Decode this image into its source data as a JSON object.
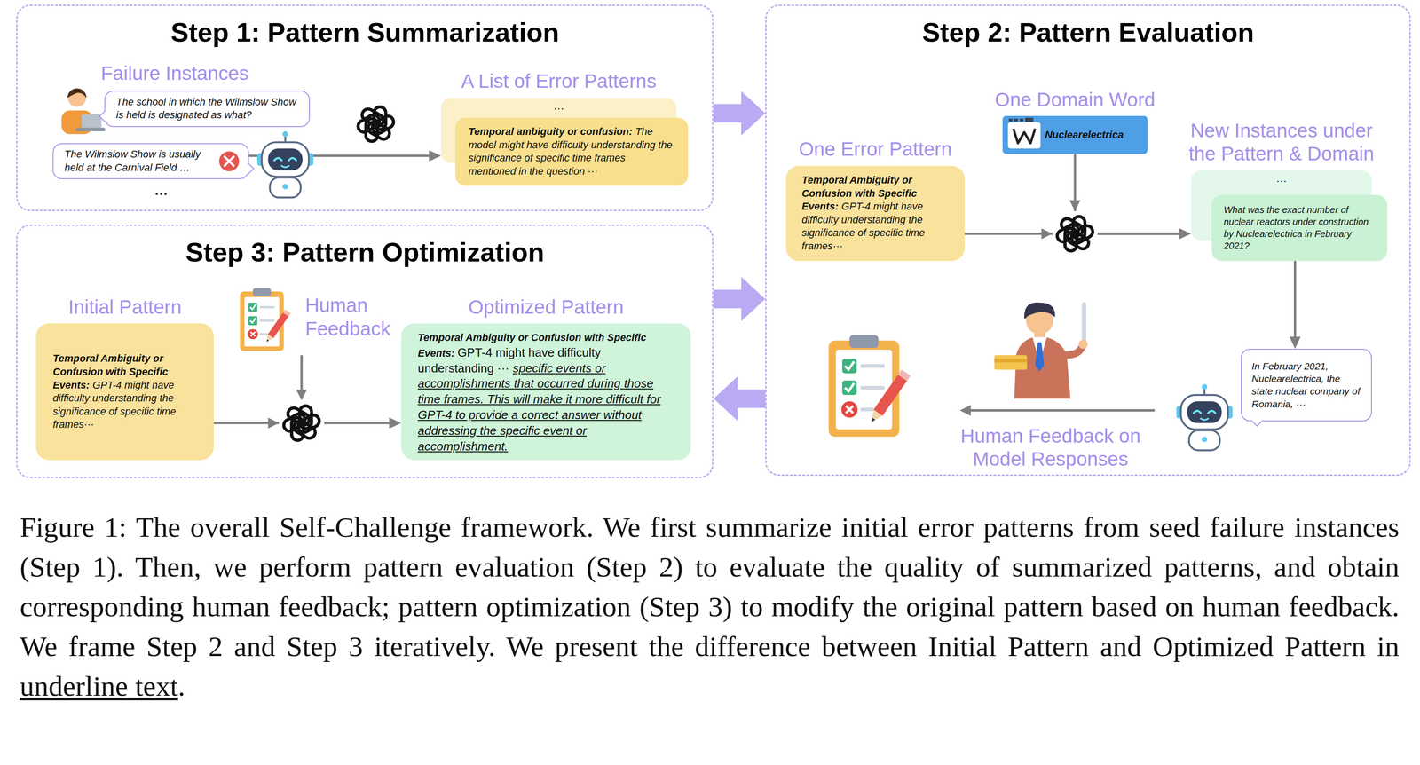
{
  "diagram": {
    "caption": "Figure 1: The overall Self-Challenge framework. We first summarize initial error patterns from seed failure instances (Step 1). Then, we perform pattern evaluation (Step 2) to evaluate the quality of summarized patterns, and obtain corresponding human feedback; pattern optimization (Step 3) to modify the original pattern based on human feedback. We frame Step 2 and Step 3 iteratively. We present the difference between Initial Pattern and Optimized Pattern in underline text.",
    "nodes": [
      {
        "text": [
          "Step 1: Pattern Summarization"
        ]
      },
      {
        "text": [
          "The school in which the Wilmslow Show is held is designated as what?"
        ],
        "in": 0
      },
      {
        "text": [
          "The Wilmslow Show is usually held at the Carnival Field …"
        ],
        "in": 0
      },
      {
        "text": [
          "A List of Error Patterns",
          "…"
        ],
        "in": 0
      },
      {
        "text": [
          "Temporal ambiguity or confusion:",
          "The model might have difficulty understanding the significance of specific time frames mentioned in the question ···"
        ],
        "in": 0
      },
      {
        "text": [
          "Step 2: Pattern Evaluation"
        ]
      },
      {
        "text": [
          "One Error Pattern",
          "Temporal Ambiguity or Confusion with Specific Events:",
          "GPT-4 might have difficulty understanding the significance of specific time frames···"
        ],
        "in": 5
      },
      {
        "text": [
          "One Domain Word",
          "Nuclearelectrica"
        ],
        "in": 5
      },
      {
        "text": [
          "New Instances under the Pattern & Domain",
          "…"
        ],
        "in": 5
      },
      {
        "text": [
          "What was the exact number of nuclear reactors under construction by Nuclearelectrica in February 2021?"
        ],
        "in": 5
      },
      {
        "text": [
          "In February 2021, Nuclearelectrica, the state nuclear company of Romania, ···"
        ],
        "in": 5
      },
      {
        "text": [
          "Step 3: Pattern Optimization"
        ]
      },
      {
        "text": [
          "Initial Pattern",
          "Temporal Ambiguity or Confusion with Specific Events:",
          "GPT-4 might have difficulty understanding the significance of specific time frames···"
        ],
        "in": 11
      },
      {
        "text": [
          "Optimized Pattern",
          "Temporal Ambiguity or Confusion with Specific Events:",
          "GPT-4 might have difficulty understanding ···",
          "specific events or accomplishments that occurred during those time frames. This will make it more difficult for GPT-4 to provide a correct answer without addressing the specific event or accomplishment."
        ],
        "in": 11
      }
    ],
    "edges": [
      {
        "from": 2,
        "to": 3,
        "arrow": "to"
      },
      {
        "from": 0,
        "to": 5,
        "arrow": "to"
      },
      {
        "from": 11,
        "to": 5,
        "arrow": "to"
      },
      {
        "from": 5,
        "to": 11,
        "arrow": "to"
      },
      {
        "from": 6,
        "to": 8,
        "arrow": "to"
      },
      {
        "from": 7,
        "to": 8,
        "arrow": "to"
      },
      {
        "from": 9,
        "to": 10,
        "arrow": "to"
      },
      {
        "from": 12,
        "to": 13,
        "arrow": "to"
      }
    ],
    "labels": [
      "Failure Instances",
      "…",
      "Human Feedback",
      "Human Feedback on Model Responses"
    ]
  }
}
